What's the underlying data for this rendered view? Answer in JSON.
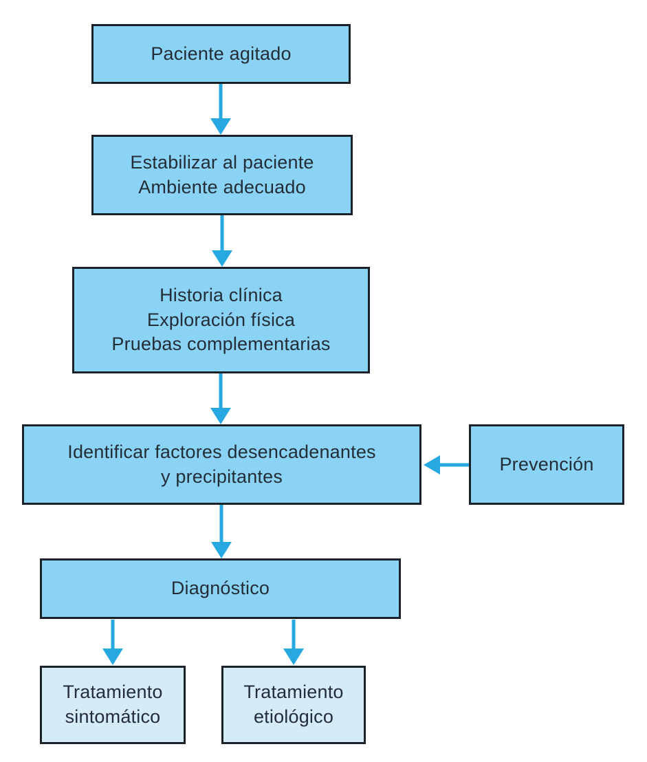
{
  "diagram": {
    "type": "flowchart",
    "language": "es",
    "colors": {
      "box_fill": "#8bd3f4",
      "box_fill_light": "#d6ebf8",
      "border": "#1a2129",
      "arrow": "#27a8e0",
      "text": "#232d38"
    },
    "nodes": {
      "paciente": {
        "lines": [
          "Paciente agitado"
        ]
      },
      "estabilizar": {
        "lines": [
          "Estabilizar al paciente",
          "Ambiente adecuado"
        ]
      },
      "historia": {
        "lines": [
          "Historia clínica",
          "Exploración física",
          "Pruebas complementarias"
        ]
      },
      "identificar": {
        "lines": [
          "Identificar factores desencadenantes",
          "y precipitantes"
        ]
      },
      "prevencion": {
        "lines": [
          "Prevención"
        ]
      },
      "diagnostico": {
        "lines": [
          "Diagnóstico"
        ]
      },
      "sintomatico": {
        "lines": [
          "Tratamiento",
          "sintomático"
        ]
      },
      "etiologico": {
        "lines": [
          "Tratamiento",
          "etiológico"
        ]
      }
    },
    "edges": [
      {
        "from": "paciente",
        "to": "estabilizar",
        "direction": "down"
      },
      {
        "from": "estabilizar",
        "to": "historia",
        "direction": "down"
      },
      {
        "from": "historia",
        "to": "identificar",
        "direction": "down"
      },
      {
        "from": "prevencion",
        "to": "identificar",
        "direction": "left"
      },
      {
        "from": "identificar",
        "to": "diagnostico",
        "direction": "down"
      },
      {
        "from": "diagnostico",
        "to": "sintomatico",
        "direction": "down"
      },
      {
        "from": "diagnostico",
        "to": "etiologico",
        "direction": "down"
      }
    ]
  }
}
